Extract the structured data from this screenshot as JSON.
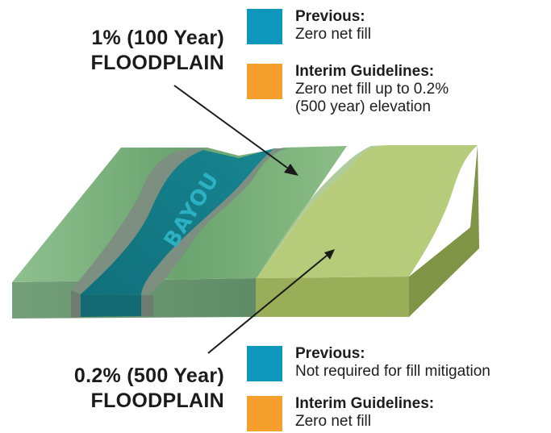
{
  "callouts": {
    "floodplain_100": {
      "line1": "1% (100 Year)",
      "line2": "FLOODPLAIN"
    },
    "floodplain_500": {
      "line1": "0.2% (500 Year)",
      "line2": "FLOODPLAIN"
    }
  },
  "legend_top": [
    {
      "heading": "Previous:",
      "lines": [
        "Zero net fill"
      ],
      "color": "#0d97bd"
    },
    {
      "heading": "Interim Guidelines:",
      "lines": [
        "Zero net fill up to 0.2%",
        "(500 year) elevation"
      ],
      "color": "#f59f2c"
    }
  ],
  "legend_bottom": [
    {
      "heading": "Previous:",
      "lines": [
        "Not required for fill mitigation"
      ],
      "color": "#0d97bd"
    },
    {
      "heading": "Interim Guidelines:",
      "lines": [
        "Zero net fill"
      ],
      "color": "#f59f2c"
    }
  ],
  "map": {
    "river_label": "BAYOU",
    "colors": {
      "bayou": "#16727e",
      "floodplain_100": "#6fa975",
      "floodplain_500": "#b6cc7a"
    }
  }
}
